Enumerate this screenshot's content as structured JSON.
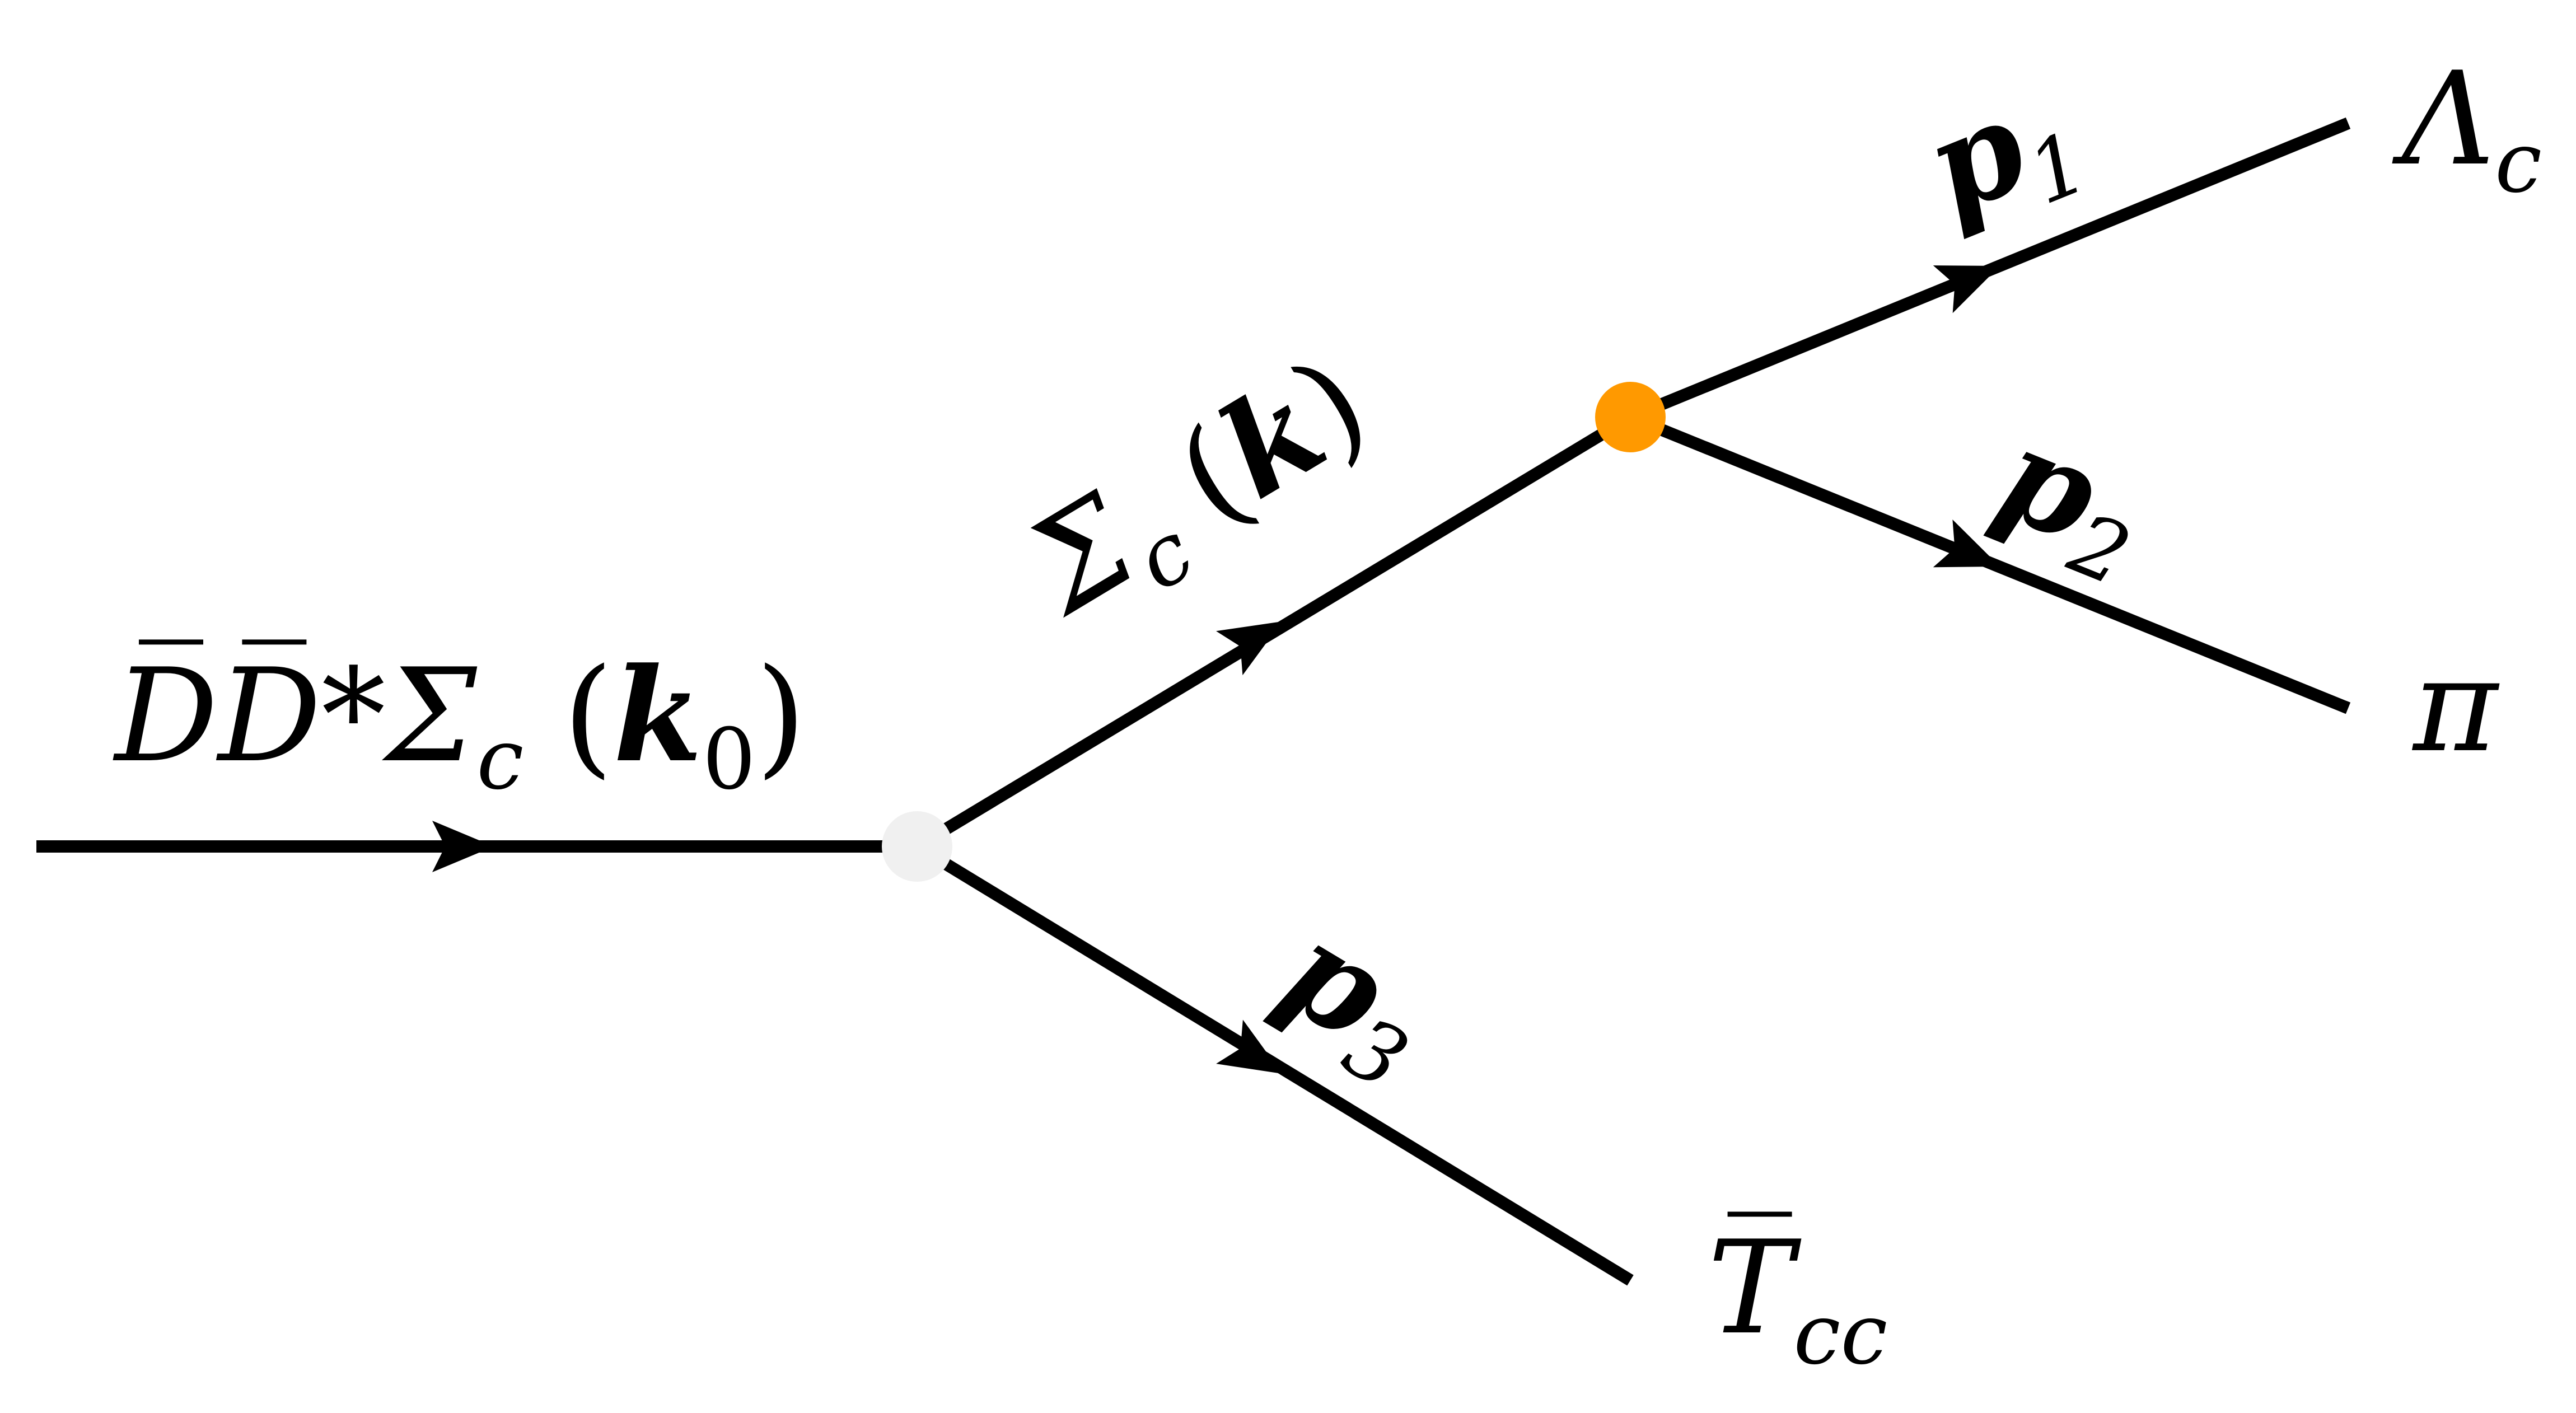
{
  "diagram": {
    "incoming_label": {
      "main": "D̅D̅*Σ",
      "sub": "c",
      "paren_open": "(",
      "momentum": "k",
      "momentum_sub": "0",
      "paren_close": ")"
    },
    "intermediate_label": {
      "main": "Σ",
      "sub": "c",
      "paren_open": "(",
      "momentum": "k",
      "paren_close": ")"
    },
    "p1_label": {
      "main": "p",
      "sub": "1"
    },
    "p2_label": {
      "main": "p",
      "sub": "2"
    },
    "p3_label": {
      "main": "p",
      "sub": "3"
    },
    "lambda_label": {
      "main": "Λ",
      "sub": "c"
    },
    "pi_label": {
      "main": "π"
    },
    "tcc_label": {
      "main": "T̅",
      "sub": "cc"
    },
    "colors": {
      "line": "#000000",
      "vertex_primary": "#f0f0f0",
      "vertex_secondary": "#ff9900"
    }
  }
}
